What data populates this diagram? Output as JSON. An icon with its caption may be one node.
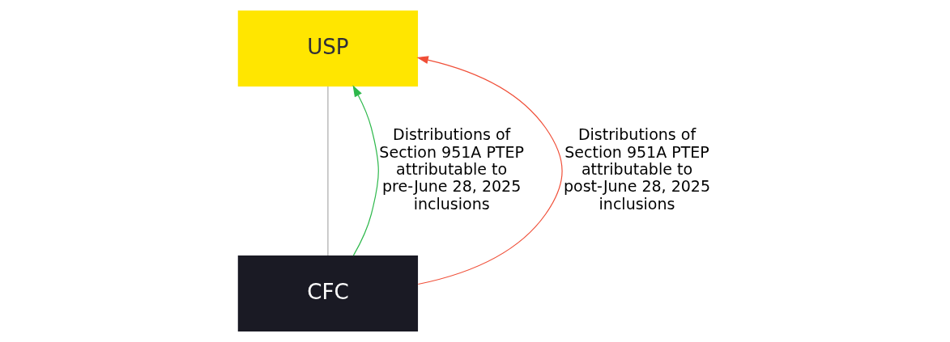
{
  "diagram": {
    "nodes": [
      {
        "text": [
          "USP"
        ]
      },
      {
        "text": [
          "CFC"
        ]
      }
    ],
    "edges": [
      {
        "from": 0,
        "to": 1,
        "arrow": "none",
        "color": "#aaaaaa"
      },
      {
        "from": 1,
        "to": 0,
        "arrow": "to",
        "color": "#2db84b",
        "label": "Distributions of Section 951A PTEP attributable to pre-June 28, 2025 inclusions"
      },
      {
        "from": 1,
        "to": 0,
        "arrow": "to",
        "color": "#f04e37",
        "label": "Distributions of Section 951A PTEP attributable to post-June 28, 2025 inclusions"
      }
    ]
  }
}
